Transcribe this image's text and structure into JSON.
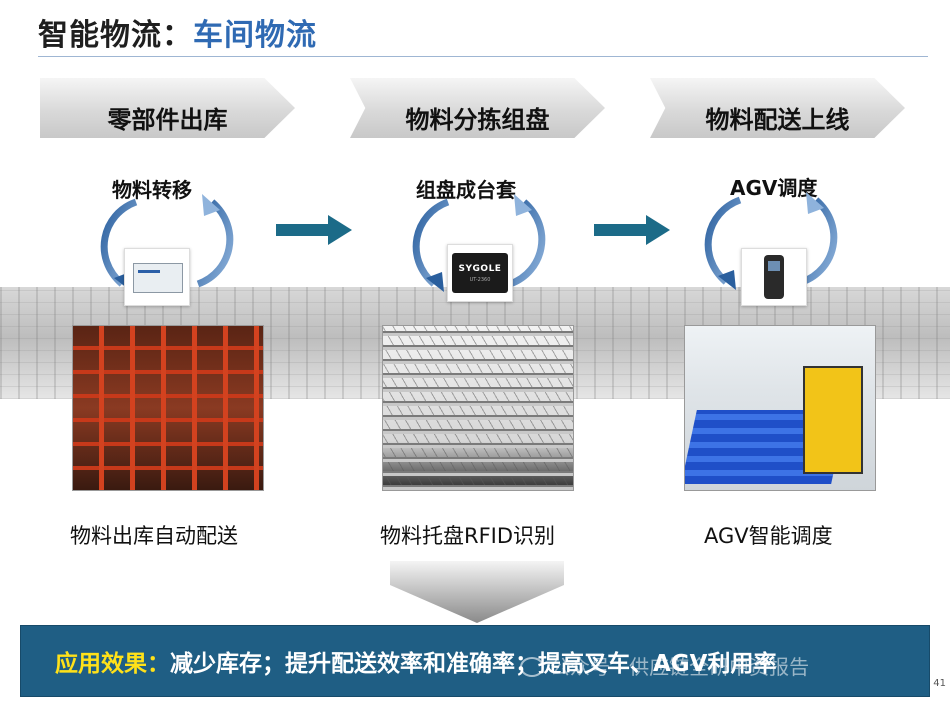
{
  "header": {
    "title_prefix": "智能物流：",
    "title_highlight": "车间物流"
  },
  "stages": [
    {
      "label": "零部件出库",
      "cycle_label": "物料转移",
      "caption": "物料出库自动配送"
    },
    {
      "label": "物料分拣组盘",
      "cycle_label": "组盘成台套",
      "caption": "物料托盘RFID识别",
      "device_brand": "SYGOLE",
      "device_model": "UT-2360"
    },
    {
      "label": "物料配送上线",
      "cycle_label": "AGV调度",
      "caption": "AGV智能调度"
    }
  ],
  "result": {
    "label": "应用效果：",
    "text": "减少库存；提升配送效率和准确率；提高叉车、AGV利用率"
  },
  "watermark": "公众号 · 供应链全研中资报告",
  "page_number": "41",
  "colors": {
    "title_accent": "#2f6ab3",
    "result_bar": "#1f5e84",
    "result_label": "#ffe119",
    "arrow": "#1c6b88"
  }
}
